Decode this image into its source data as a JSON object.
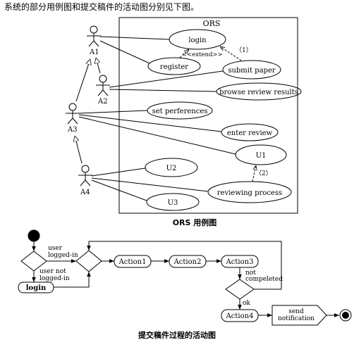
{
  "intro_text": "系统的部分用例图和提交稿件的活动图分别见下图。",
  "use_case_diagram": {
    "system_name": "ORS",
    "caption": "ORS 用例图",
    "actors": [
      "A1",
      "A2",
      "A3",
      "A4"
    ],
    "use_cases": {
      "login": "login",
      "register": "register",
      "submit_paper": "submit paper",
      "browse_review_results": "browse review results",
      "set_preferences": "set perferences",
      "enter_review": "enter review",
      "u1": "U1",
      "u2": "U2",
      "u3": "U3",
      "reviewing_process": "reviewing process"
    },
    "extend_label": "<<extend>>",
    "relation_1": "（1）",
    "relation_2": "（2）"
  },
  "activity_diagram": {
    "caption": "提交稿件过程的活动图",
    "guard_user_logged_in": [
      "user",
      "logged-in"
    ],
    "guard_user_not_logged_in": [
      "user not",
      "logged-in"
    ],
    "login": "login",
    "action1": "Action1",
    "action2": "Action2",
    "action3": "Action3",
    "guard_not_completed": [
      "not",
      "compeleted"
    ],
    "guard_ok": "ok",
    "action4": "Action4",
    "send_notification": [
      "send",
      "notification"
    ]
  }
}
